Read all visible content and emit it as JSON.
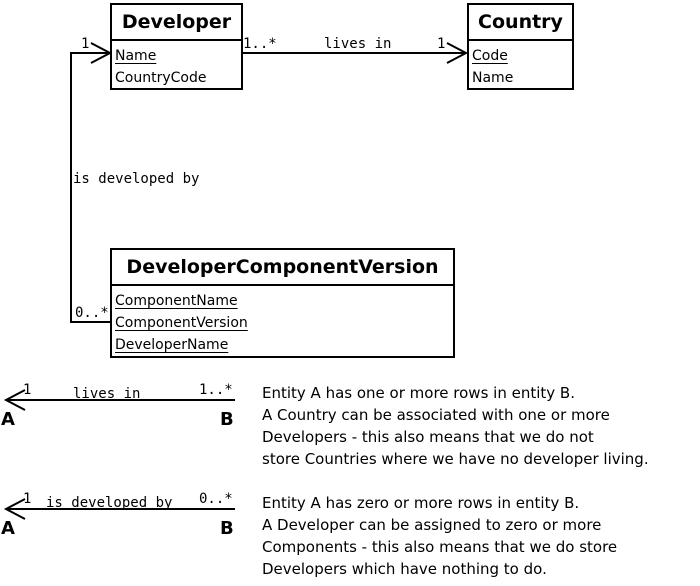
{
  "entities": {
    "developer": {
      "title": "Developer",
      "attributes": [
        {
          "name": "Name",
          "key": true
        },
        {
          "name": "CountryCode",
          "key": false
        }
      ]
    },
    "country": {
      "title": "Country",
      "attributes": [
        {
          "name": "Code",
          "key": true
        },
        {
          "name": "Name",
          "key": false
        }
      ]
    },
    "dcv": {
      "title": "DeveloperComponentVersion",
      "attributes": [
        {
          "name": "ComponentName",
          "key": true
        },
        {
          "name": "ComponentVersion",
          "key": true
        },
        {
          "name": "DeveloperName",
          "key": true
        }
      ]
    }
  },
  "relations": {
    "lives_in": {
      "label": "lives in",
      "from_card": "1..*",
      "to_card": "1"
    },
    "developed_by": {
      "label": "is developed by",
      "from_card": "0..*",
      "to_card": "1"
    }
  },
  "legend": [
    {
      "label": "lives in",
      "card_a": "1",
      "card_b": "1..*",
      "end_a": "A",
      "end_b": "B",
      "lines": [
        "Entity A has one or more rows in entity B.",
        "A Country can be associated with one or more",
        "Developers - this also means that we do not",
        "store Countries where we have no developer living."
      ]
    },
    {
      "label": "is developed by",
      "card_a": "1",
      "card_b": "0..*",
      "end_a": "A",
      "end_b": "B",
      "lines": [
        "Entity A has zero or more rows in entity B.",
        "A Developer can be assigned to zero or more",
        "Components - this also means that we do store",
        "Developers which have nothing to do."
      ]
    }
  ]
}
